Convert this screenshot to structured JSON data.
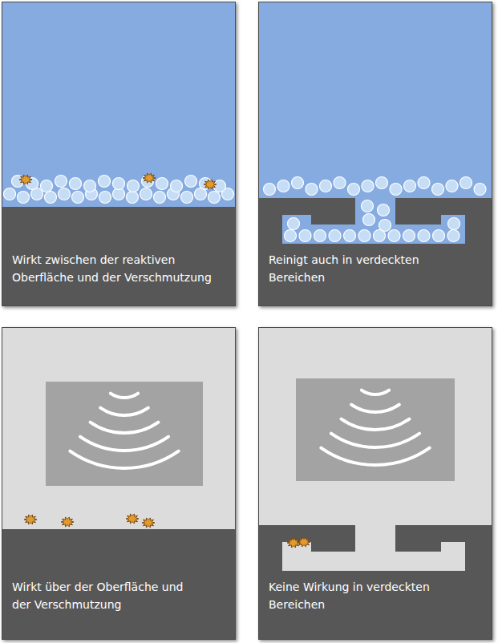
{
  "diagram": {
    "nodes": [
      {
        "text": [
          "Wirkt zwischen der reaktiven Oberfläche und der Verschmutzung"
        ]
      },
      {
        "text": [
          "Reinigt auch in verdeckten Bereichen"
        ]
      },
      {
        "text": [
          "Wirkt über der Oberfläche und der Verschmutzung"
        ]
      },
      {
        "text": [
          "Keine Wirkung in verdeckten Bereichen"
        ]
      }
    ]
  }
}
